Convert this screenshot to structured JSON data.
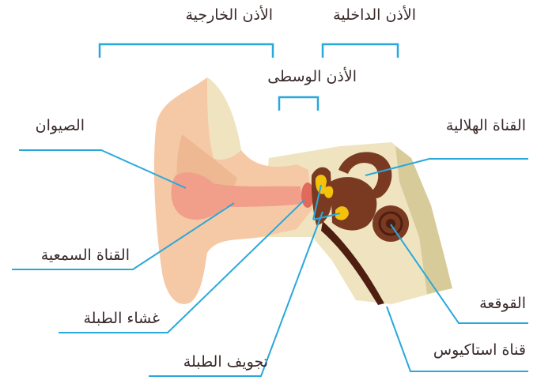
{
  "labels": {
    "outer_ear": "الأذن الخارجية",
    "inner_ear": "الأذن الداخلية",
    "middle_ear": "الأذن الوسطى",
    "pinna": "الصيوان",
    "ear_canal": "القناة السمعية",
    "eardrum": "غشاء الطبلة",
    "tympanic_cavity": "تجويف الطبلة",
    "semicircular_canal": "القناة الهلالية",
    "cochlea": "القوقعة",
    "eustachian_tube": "قناة استاكيوس"
  },
  "colors": {
    "leader_line": "#29a8dc",
    "text": "#3a2a2a",
    "skin": "#f6c9a6",
    "skin_dark": "#ecb48e",
    "bone": "#f0e4c0",
    "bone_shadow": "#d8cb9a",
    "canal": "#f19f8b",
    "inner": "#7a3a22",
    "inner_dark": "#4e1f10",
    "ossicle": "#f4c20d"
  }
}
